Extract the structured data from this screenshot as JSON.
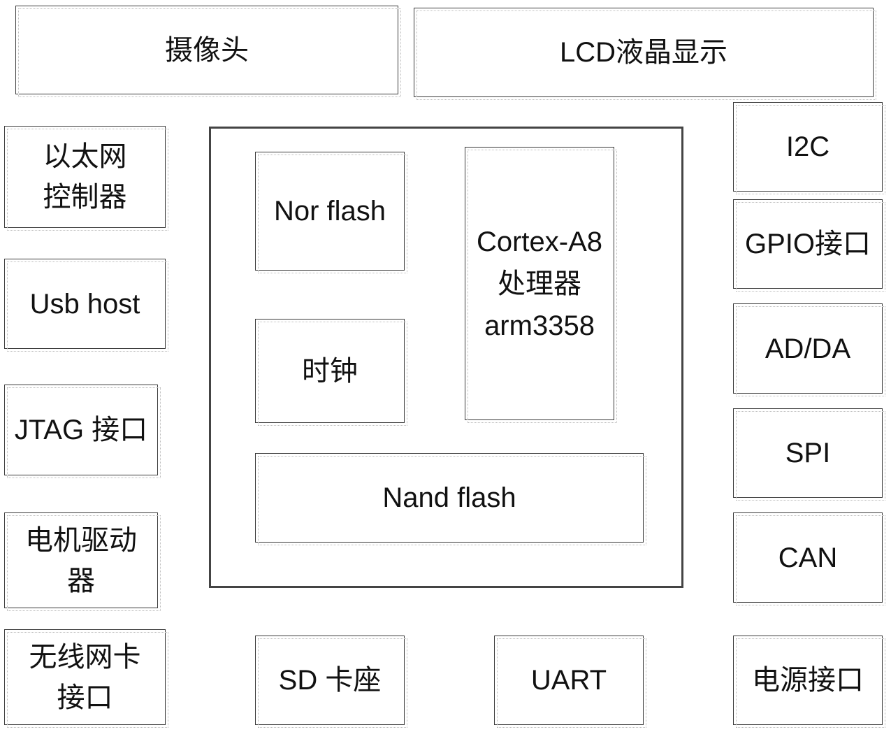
{
  "diagram": {
    "top": {
      "camera": "摄像头",
      "lcd": "LCD液晶显示"
    },
    "left": {
      "ethernet": "以太网\n控制器",
      "usb": "Usb host",
      "jtag": "JTAG 接口",
      "motor": "电机驱动\n器",
      "wifi": "无线网卡\n接口"
    },
    "core": {
      "nor_flash": "Nor flash",
      "clock": "时钟",
      "cpu": "Cortex-A8\n处理器\narm3358",
      "nand_flash": "Nand flash"
    },
    "bottom": {
      "sd": "SD 卡座",
      "uart": "UART"
    },
    "right": {
      "i2c": "I2C",
      "gpio": "GPIO接口",
      "adda": "AD/DA",
      "spi": "SPI",
      "can": "CAN",
      "power": "电源接口"
    }
  }
}
